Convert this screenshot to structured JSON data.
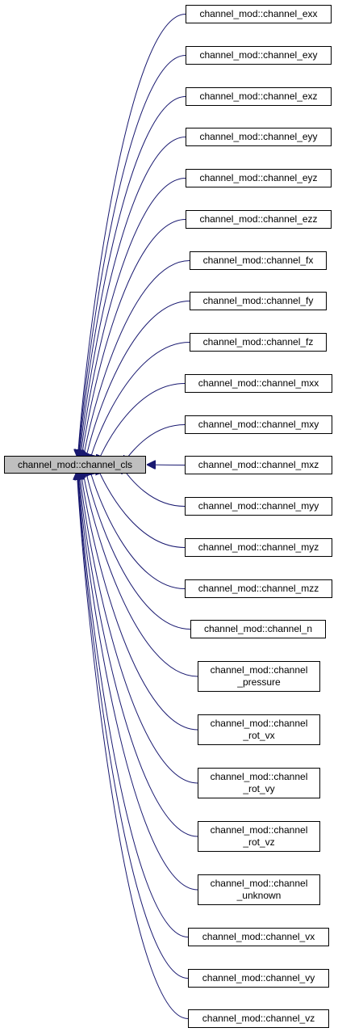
{
  "diagram": {
    "edge_color": "#191970",
    "base": {
      "lines": [
        "channel_mod::channel_cls"
      ],
      "fill": "#bfbfbf"
    },
    "derived": [
      {
        "lines": [
          "channel_mod::channel_exx"
        ]
      },
      {
        "lines": [
          "channel_mod::channel_exy"
        ]
      },
      {
        "lines": [
          "channel_mod::channel_exz"
        ]
      },
      {
        "lines": [
          "channel_mod::channel_eyy"
        ]
      },
      {
        "lines": [
          "channel_mod::channel_eyz"
        ]
      },
      {
        "lines": [
          "channel_mod::channel_ezz"
        ]
      },
      {
        "lines": [
          "channel_mod::channel_fx"
        ]
      },
      {
        "lines": [
          "channel_mod::channel_fy"
        ]
      },
      {
        "lines": [
          "channel_mod::channel_fz"
        ]
      },
      {
        "lines": [
          "channel_mod::channel_mxx"
        ]
      },
      {
        "lines": [
          "channel_mod::channel_mxy"
        ]
      },
      {
        "lines": [
          "channel_mod::channel_mxz"
        ]
      },
      {
        "lines": [
          "channel_mod::channel_myy"
        ]
      },
      {
        "lines": [
          "channel_mod::channel_myz"
        ]
      },
      {
        "lines": [
          "channel_mod::channel_mzz"
        ]
      },
      {
        "lines": [
          "channel_mod::channel_n"
        ]
      },
      {
        "lines": [
          "channel_mod::channel",
          "_pressure"
        ]
      },
      {
        "lines": [
          "channel_mod::channel",
          "_rot_vx"
        ]
      },
      {
        "lines": [
          "channel_mod::channel",
          "_rot_vy"
        ]
      },
      {
        "lines": [
          "channel_mod::channel",
          "_rot_vz"
        ]
      },
      {
        "lines": [
          "channel_mod::channel",
          "_unknown"
        ]
      },
      {
        "lines": [
          "channel_mod::channel_vx"
        ]
      },
      {
        "lines": [
          "channel_mod::channel_vy"
        ]
      },
      {
        "lines": [
          "channel_mod::channel_vz"
        ]
      }
    ]
  }
}
